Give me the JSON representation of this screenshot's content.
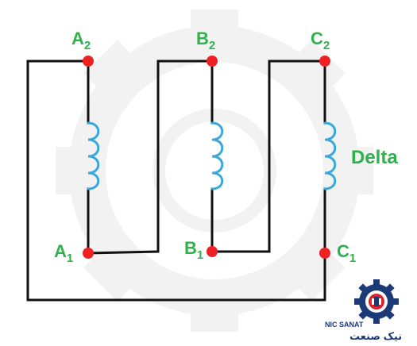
{
  "diagram": {
    "label": "Delta",
    "terminals": [
      {
        "id": "A2",
        "letter": "A",
        "sub": "2"
      },
      {
        "id": "B2",
        "letter": "B",
        "sub": "2"
      },
      {
        "id": "C2",
        "letter": "C",
        "sub": "2"
      },
      {
        "id": "A1",
        "letter": "A",
        "sub": "1"
      },
      {
        "id": "B1",
        "letter": "B",
        "sub": "1"
      },
      {
        "id": "C1",
        "letter": "C",
        "sub": "1"
      }
    ]
  },
  "logo": {
    "brand_en": "NIC SANAT",
    "brand_fa": "نیک صنعت"
  },
  "colors": {
    "wire": "#111111",
    "terminal": "#ee2222",
    "coil": "#3aa8dc",
    "label": "#2fb24c",
    "watermark": "#f2f2f2",
    "logo_navy": "#1c3a78",
    "logo_red": "#d8262c"
  }
}
